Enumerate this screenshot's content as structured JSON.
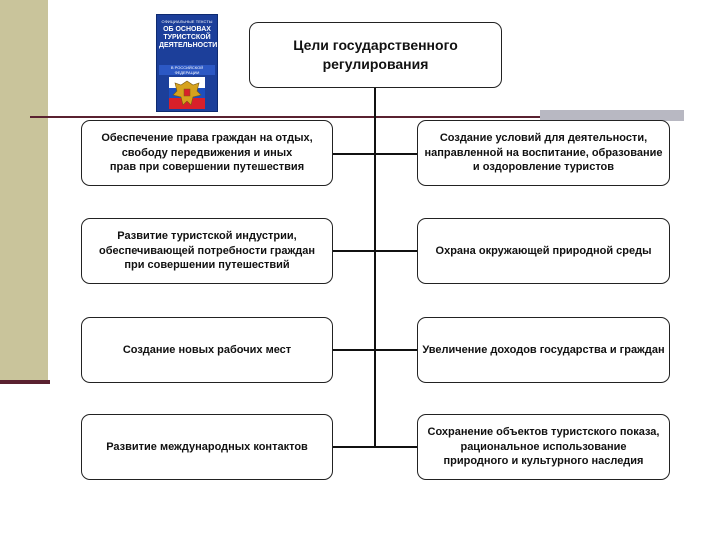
{
  "book": {
    "small_top": "ОФИЦИАЛЬНЫЕ ТЕКСТЫ",
    "title": "ОБ ОСНОВАХ ТУРИСТСКОЙ ДЕЯТЕЛЬНОСТИ",
    "subtitle": "В РОССИЙСКОЙ ФЕДЕРАЦИИ",
    "colors": {
      "cover": "#1c3f9a",
      "flag_white": "#ffffff",
      "flag_blue": "#1c4fbf",
      "flag_red": "#d8202a",
      "emblem": "#d6a21e"
    }
  },
  "diagram": {
    "root": "Цели государственного\nрегулирования",
    "left": [
      "Обеспечение права граждан на отдых,\nсвободу передвижения и иных\nправ при совершении путешествия",
      "Развитие туристской индустрии,\nобеспечивающей потребности граждан\nпри совершении путешествий",
      "Создание новых рабочих мест",
      "Развитие международных контактов"
    ],
    "right": [
      "Создание условий для деятельности,\nнаправленной на воспитание, образование\nи оздоровление туристов",
      "Охрана окружающей природной среды",
      "Увеличение доходов государства и граждан",
      "Сохранение объектов туристского показа,\nрациональное использование\nприродного и культурного наследия"
    ]
  },
  "colors": {
    "side_band": "#c9c49b",
    "rule": "#5a2130",
    "strip": "#b8b8c2",
    "box_border": "#222222",
    "connector": "#111111"
  }
}
